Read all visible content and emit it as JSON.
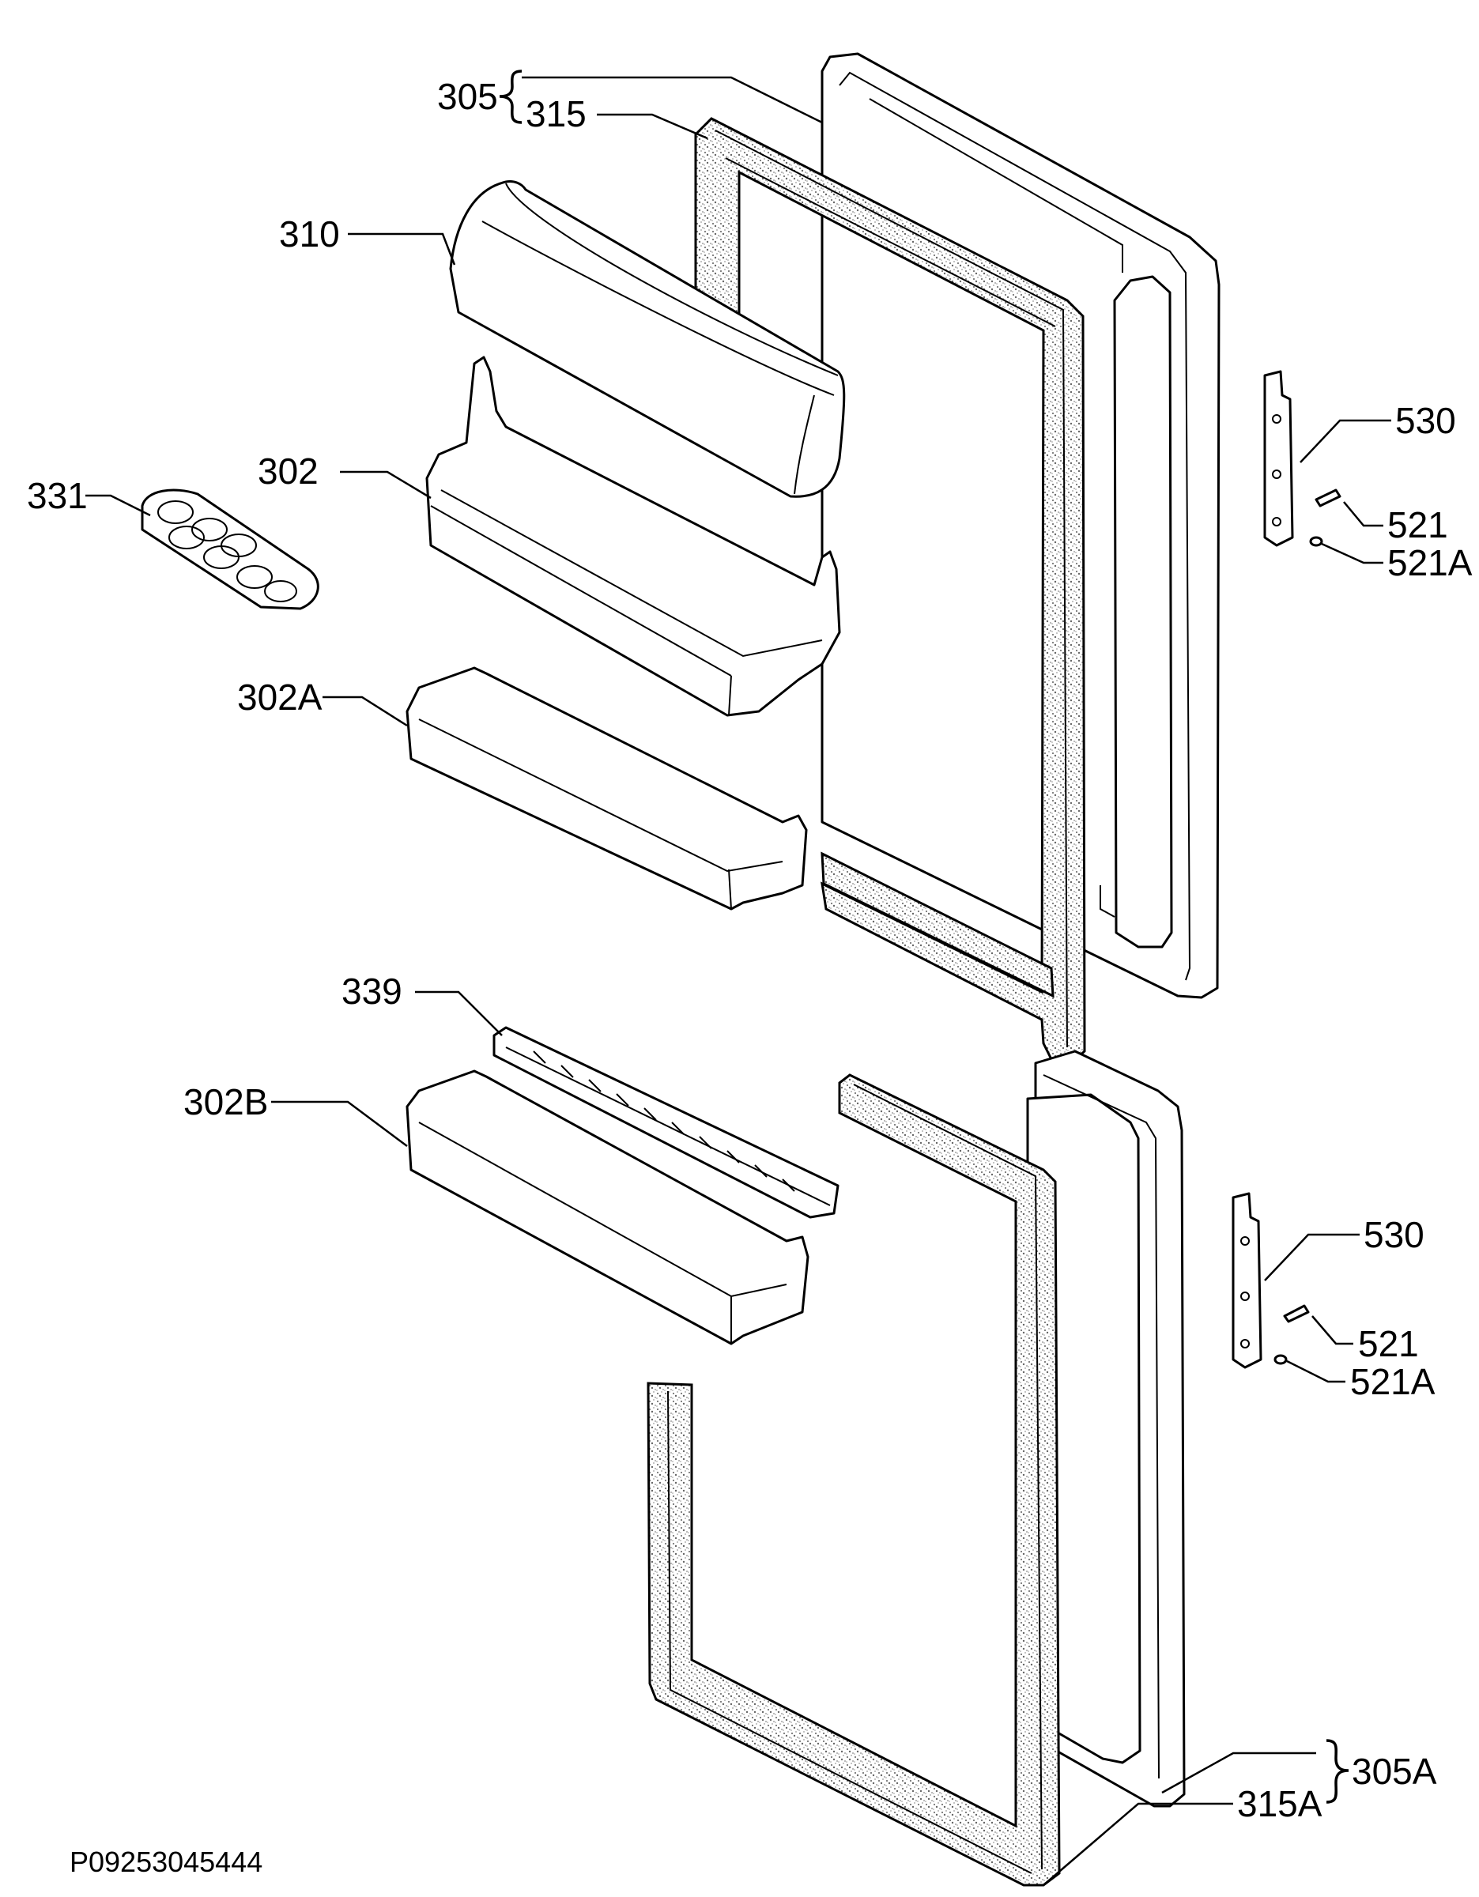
{
  "drawing_id": "P09253045444",
  "labels": {
    "upper_door": {
      "num": "305",
      "suffix": ""
    },
    "upper_gasket": {
      "num": "315",
      "suffix": ""
    },
    "dairy_cover": {
      "num": "310",
      "suffix": ""
    },
    "egg_tray": {
      "num": "331",
      "suffix": ""
    },
    "upper_shelf": {
      "num": "302",
      "suffix": ""
    },
    "middle_shelf": {
      "num": "302",
      "suffix": "A"
    },
    "bottle_rack": {
      "num": "339",
      "suffix": ""
    },
    "lower_shelf": {
      "num": "302",
      "suffix": "B"
    },
    "upper_hinge": {
      "num": "530",
      "suffix": ""
    },
    "upper_pin": {
      "num": "521",
      "suffix": ""
    },
    "upper_washer": {
      "num": "521",
      "suffix": "A"
    },
    "lower_hinge": {
      "num": "530",
      "suffix": ""
    },
    "lower_pin": {
      "num": "521",
      "suffix": ""
    },
    "lower_washer": {
      "num": "521",
      "suffix": "A"
    },
    "lower_door": {
      "num": "305",
      "suffix": "A"
    },
    "lower_gasket": {
      "num": "315",
      "suffix": "A"
    }
  },
  "colors": {
    "line": "#000000",
    "background": "#ffffff",
    "grain": "#888888"
  }
}
